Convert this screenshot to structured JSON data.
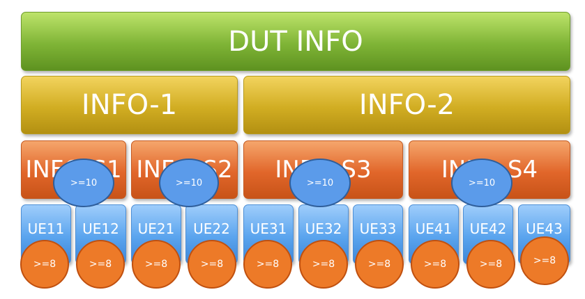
{
  "dut": {
    "label": "DUT INFO"
  },
  "info_groups": [
    {
      "label": "INFO-1"
    },
    {
      "label": "INFO-2"
    }
  ],
  "sub_groups": [
    {
      "label": "INFO-S1",
      "badge": ">=10"
    },
    {
      "label": "INFO-S2",
      "badge": ">=10"
    },
    {
      "label": "INFO-S3",
      "badge": ">=10"
    },
    {
      "label": "INFO-S4",
      "badge": ">=10"
    }
  ],
  "ues": [
    {
      "label": "UE11",
      "badge": ">=8"
    },
    {
      "label": "UE12",
      "badge": ">=8"
    },
    {
      "label": "UE21",
      "badge": ">=8"
    },
    {
      "label": "UE22",
      "badge": ">=8"
    },
    {
      "label": "UE31",
      "badge": ">=8"
    },
    {
      "label": "UE32",
      "badge": ">=8"
    },
    {
      "label": "UE33",
      "badge": ">=8"
    },
    {
      "label": "UE41",
      "badge": ">=8"
    },
    {
      "label": "UE42",
      "badge": ">=8"
    },
    {
      "label": "UE43",
      "badge": ">=8"
    }
  ],
  "colors": {
    "dut": "#7fb436",
    "info": "#d1ad22",
    "sub": "#e1662a",
    "ue": "#5aa4ee",
    "badge_blue": "#5b9bea",
    "badge_orange": "#ed7a28"
  }
}
